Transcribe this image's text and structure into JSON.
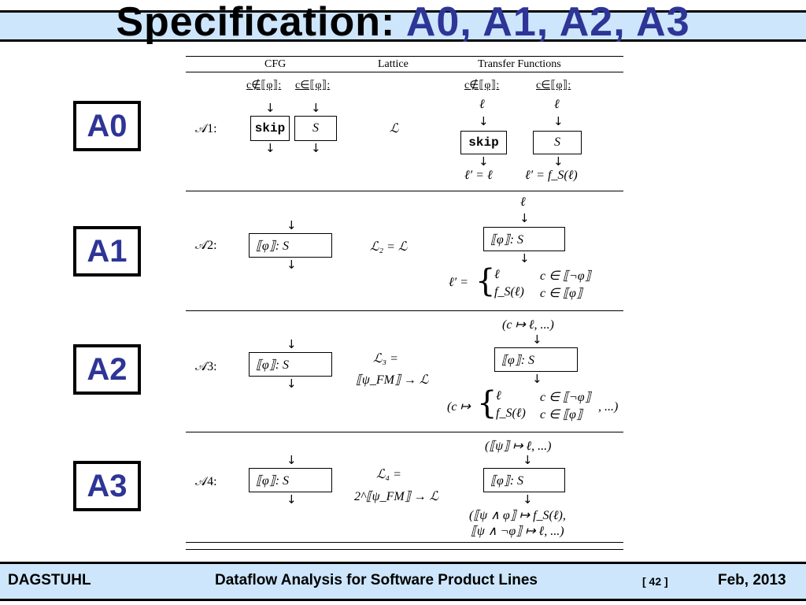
{
  "slide": {
    "title_lead": "Specification: ",
    "title_parts": [
      "A0",
      ", ",
      "A1",
      ", ",
      "A2",
      ", ",
      "A3"
    ],
    "labels": [
      "A0",
      "A1",
      "A2",
      "A3"
    ]
  },
  "table": {
    "headers": {
      "cfg": "CFG",
      "lattice": "Lattice",
      "transfer": "Transfer Functions"
    },
    "rows": [
      {
        "name": "𝒜1:",
        "cfg_cond_left": "c∉⟦φ⟧:",
        "cfg_cond_right": "c∈⟦φ⟧:",
        "cfg_box_left": "skip",
        "cfg_box_right": "S",
        "lattice": "ℒ",
        "tf_cond_left": "c∉⟦φ⟧:",
        "tf_cond_right": "c∈⟦φ⟧:",
        "tf_in_left": "ℓ",
        "tf_in_right": "ℓ",
        "tf_box_left": "skip",
        "tf_box_right": "S",
        "tf_out_left": "ℓ′ = ℓ",
        "tf_out_right": "ℓ′ = f_S(ℓ)"
      },
      {
        "name": "𝒜2:",
        "cfg_box": "⟦φ⟧:  S",
        "lattice": "ℒ₂ = ℒ",
        "tf_in": "ℓ",
        "tf_box": "⟦φ⟧:  S",
        "tf_out_prefix": "ℓ′ =",
        "tf_case1_val": "ℓ",
        "tf_case1_cond": "c ∈ ⟦¬φ⟧",
        "tf_case2_val": "f_S(ℓ)",
        "tf_case2_cond": "c ∈ ⟦φ⟧"
      },
      {
        "name": "𝒜3:",
        "cfg_box": "⟦φ⟧:  S",
        "lattice_line1": "ℒ₃ =",
        "lattice_line2": "⟦ψ_FM⟧ → ℒ",
        "tf_in": "(c ↦ ℓ, ...)",
        "tf_box": "⟦φ⟧:  S",
        "tf_out_prefix": "(c ↦",
        "tf_case1_val": "ℓ",
        "tf_case1_cond": "c ∈ ⟦¬φ⟧",
        "tf_case2_val": "f_S(ℓ)",
        "tf_case2_cond": "c ∈ ⟦φ⟧",
        "tf_out_suffix": ", ...)"
      },
      {
        "name": "𝒜4:",
        "cfg_box": "⟦φ⟧:  S",
        "lattice_line1": "ℒ₄ =",
        "lattice_line2": "2^⟦ψ_FM⟧ → ℒ",
        "tf_in": "(⟦ψ⟧ ↦ ℓ, ...)",
        "tf_box": "⟦φ⟧:  S",
        "tf_out_line1": "(⟦ψ ∧ φ⟧ ↦ f_S(ℓ),",
        "tf_out_line2": "⟦ψ ∧ ¬φ⟧ ↦ ℓ, ...)"
      }
    ]
  },
  "footer": {
    "left": "DAGSTUHL",
    "center": "Dataflow Analysis for Software Product Lines",
    "page": "[ 42 ]",
    "right": "Feb, 2013"
  }
}
